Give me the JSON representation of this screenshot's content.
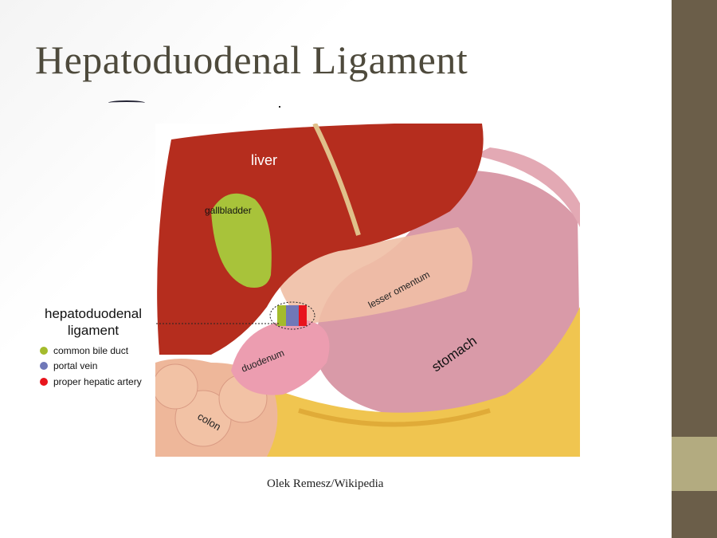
{
  "slide": {
    "title": "Hepatoduodenal Ligament",
    "credit": "Olek Remesz/Wikipedia"
  },
  "figure": {
    "labels": {
      "liver": "liver",
      "gallbladder": "gallbladder",
      "lesser_omentum": "lesser omentum",
      "duodenum": "duodenum",
      "stomach": "stomach",
      "colon": "colon"
    },
    "legend": {
      "title_line1": "hepatoduodenal",
      "title_line2": "ligament",
      "items": [
        {
          "label": "common bile duct",
          "color": "#a4bb2c"
        },
        {
          "label": "portal vein",
          "color": "#7078b8"
        },
        {
          "label": "proper hepatic artery",
          "color": "#e8141c"
        }
      ]
    }
  },
  "theme": {
    "sidebar": "#6b5e49",
    "sidebar_accent": "#b3ab80",
    "title_color": "#4e4a3c"
  }
}
